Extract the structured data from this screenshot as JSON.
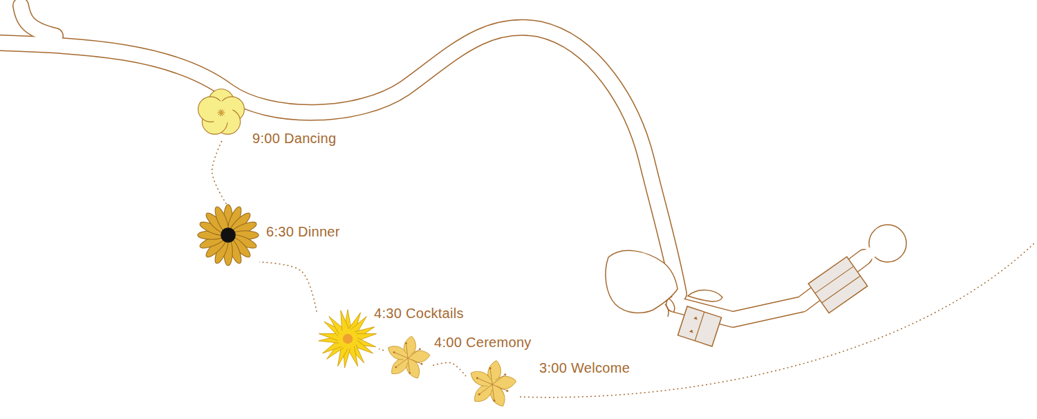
{
  "diagram": {
    "nodes": [
      {
        "text": [
          "9:00 Dancing"
        ]
      },
      {
        "text": [
          "6:30 Dinner"
        ]
      },
      {
        "text": [
          "4:30 Cocktails"
        ]
      },
      {
        "text": [
          "4:00 Ceremony"
        ]
      },
      {
        "text": [
          "3:00 Welcome"
        ]
      }
    ],
    "edges": [
      {
        "from": 4,
        "to": 3,
        "arrow": "none"
      },
      {
        "from": 3,
        "to": 2,
        "arrow": "none"
      },
      {
        "from": 2,
        "to": 1,
        "arrow": "none"
      },
      {
        "from": 1,
        "to": 0,
        "arrow": "none"
      }
    ]
  }
}
